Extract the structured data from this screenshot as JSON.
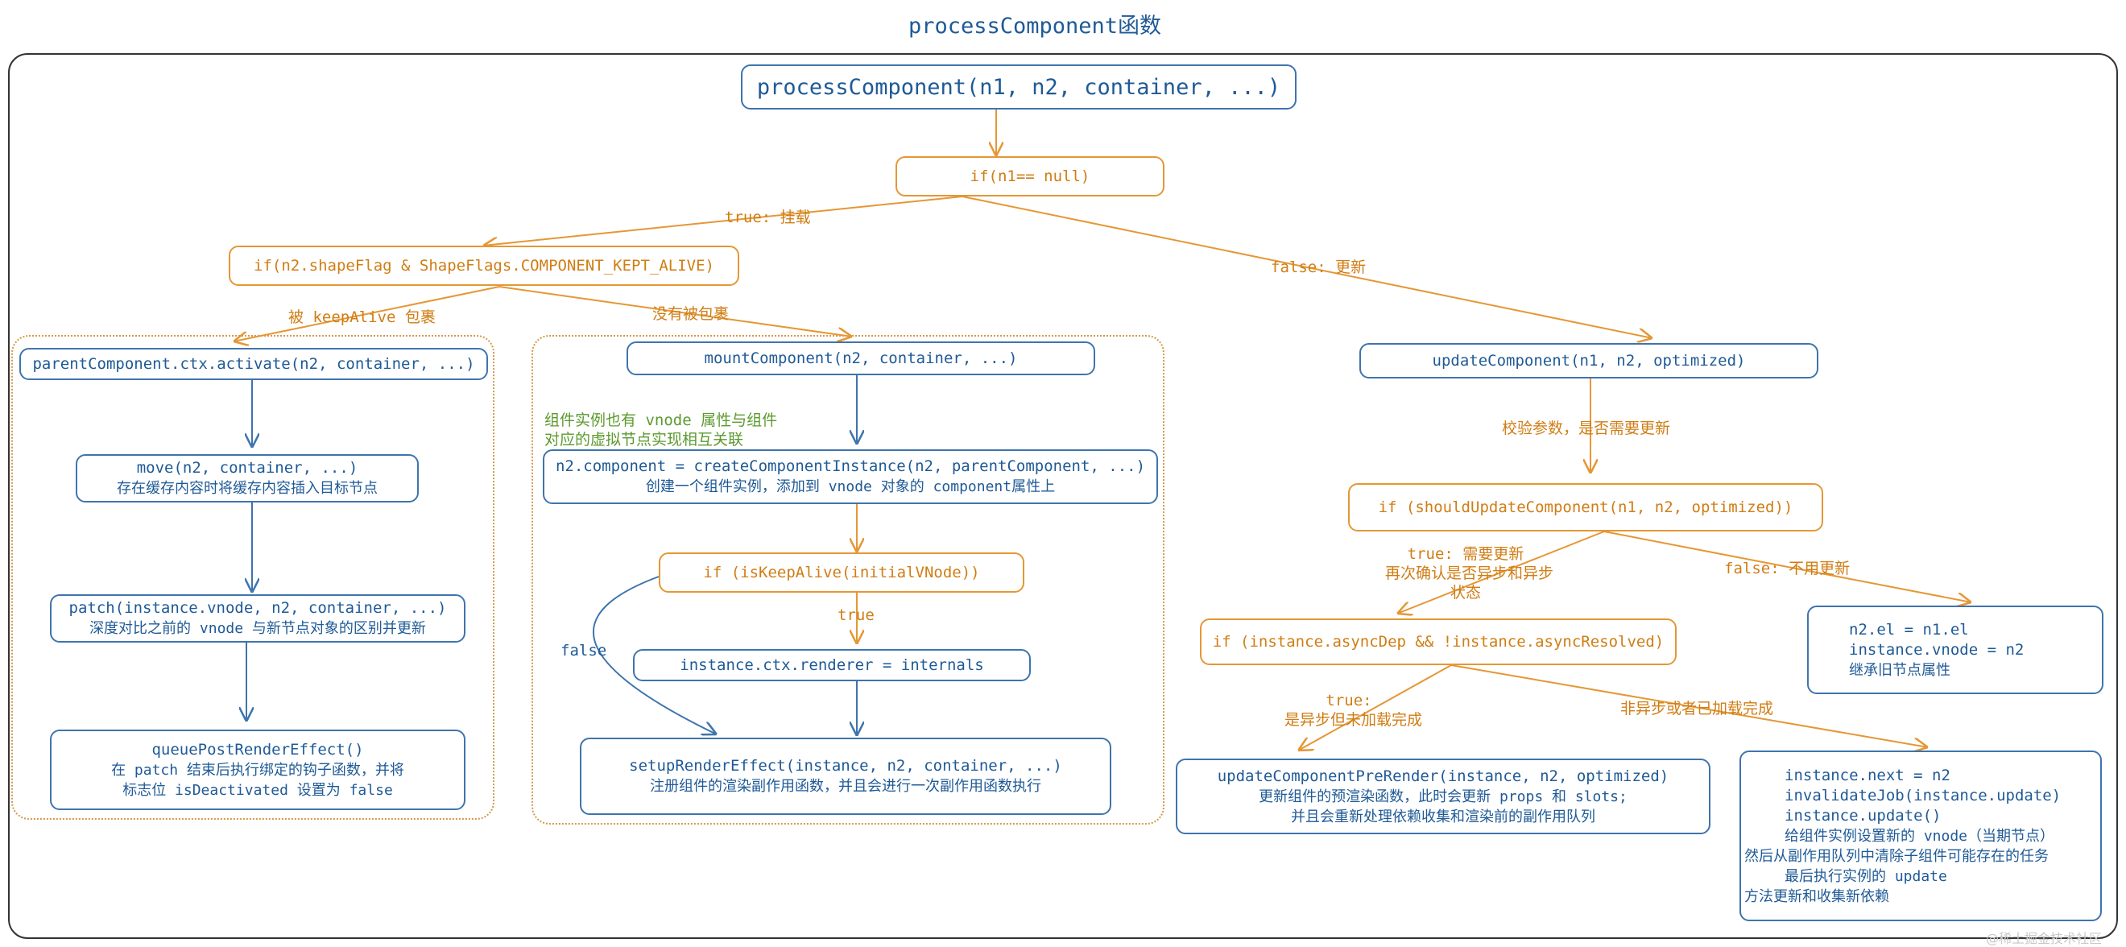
{
  "title": "processComponent函数",
  "colors": {
    "blue": "#3f74ad",
    "orange": "#e59735",
    "green": "#5c9a2e",
    "dotted_region": "#d39a4a"
  },
  "nodes": {
    "root": "processComponent(n1, n2, container, ...)",
    "if_n1_null": "if(n1== null)",
    "if_kept_alive": "if(n2.shapeFlag & ShapeFlags.COMPONENT_KEPT_ALIVE)",
    "activate": "parentComponent.ctx.activate(n2, container, ...)",
    "move": {
      "code": "move(n2, container, ...)",
      "desc": "存在缓存内容时将缓存内容插入目标节点"
    },
    "patch": {
      "code": "patch(instance.vnode, n2, container, ...)",
      "desc": "深度对比之前的 vnode 与新节点对象的区别并更新"
    },
    "queue_post": {
      "code": "queuePostRenderEffect()",
      "desc1": "在 patch 结束后执行绑定的钩子函数，并将",
      "desc2": "标志位 isDeactivated 设置为 false"
    },
    "mount": "mountComponent(n2, container, ...)",
    "create_instance": {
      "code": "n2.component = createComponentInstance(n2, parentComponent, ...)",
      "desc": "创建一个组件实例，添加到 vnode 对象的 component属性上"
    },
    "if_keepalive": "if (isKeepAlive(initialVNode))",
    "renderer": "instance.ctx.renderer = internals",
    "setup_render": {
      "code": "setupRenderEffect(instance, n2, container, ...)",
      "desc": "注册组件的渲染副作用函数，并且会进行一次副作用函数执行"
    },
    "update": "updateComponent(n1, n2, optimized)",
    "should_update": "if (shouldUpdateComponent(n1, n2, optimized))",
    "async_dep": "if (instance.asyncDep && !instance.asyncResolved)",
    "no_update": {
      "l1": "n2.el = n1.el",
      "l2": "instance.vnode = n2",
      "l3": "继承旧节点属性"
    },
    "pre_render": {
      "code": "updateComponentPreRender(instance, n2, optimized)",
      "desc1": "更新组件的预渲染函数，此时会更新 props 和 slots;",
      "desc2": "并且会重新处理依赖收集和渲染前的副作用队列"
    },
    "next_update": {
      "l1": "instance.next = n2",
      "l2": "invalidateJob(instance.update)",
      "l3": "instance.update()",
      "l4": "给组件实例设置新的 vnode（当期节点）",
      "l5": "然后从副作用队列中清除子组件可能存在的任务",
      "l6": "最后执行实例的 update",
      "l7": "方法更新和收集新依赖"
    }
  },
  "edge_labels": {
    "true_mount": "true: 挂载",
    "false_update": "false: 更新",
    "kept": "被 keepAlive 包裹",
    "not_kept": "没有被包裹",
    "vnode_note1": "组件实例也有 vnode 属性与组件",
    "vnode_note2": "对应的虚拟节点实现相互关联",
    "keepalive_true": "true",
    "keepalive_false": "false",
    "check_params": "校验参数，是否需要更新",
    "need_update1": "true: 需要更新",
    "need_update2": "再次确认是否异步和异步",
    "need_update3": "状态",
    "no_need": "false: 不用更新",
    "async_true1": "true:",
    "async_true2": "是异步但未加载完成",
    "async_else": "非异步或者已加载完成"
  },
  "watermark": "@稀土掘金技术社区"
}
